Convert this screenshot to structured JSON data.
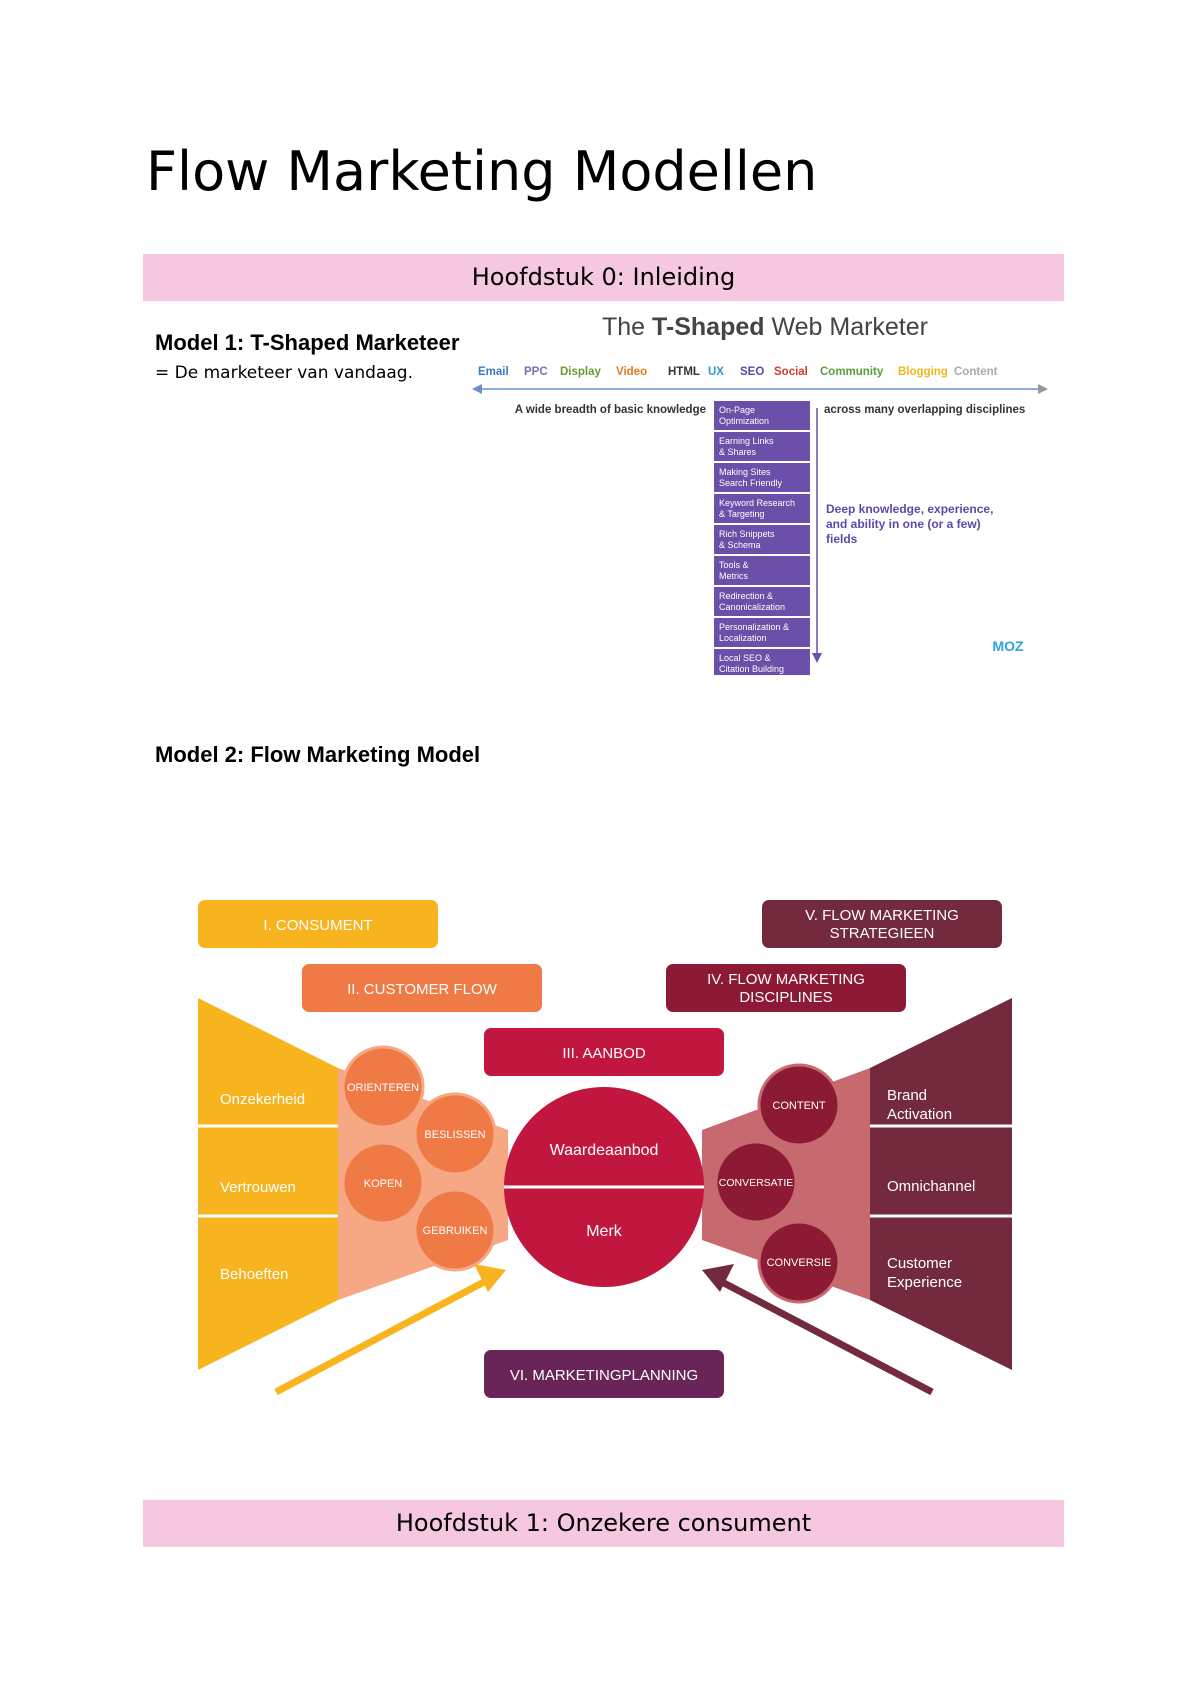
{
  "page": {
    "title": "Flow Marketing Modellen",
    "chapter0": "Hoofdstuk 0: Inleiding",
    "chapter1": "Hoofdstuk 1: Onzekere consument"
  },
  "model1": {
    "heading": "Model 1: T-Shaped Marketeer",
    "description": "= De marketeer van vandaag."
  },
  "tshape": {
    "title_pre": "The ",
    "title_bold": "T-Shaped",
    "title_post": " Web Marketer",
    "skills": [
      {
        "label": "Email",
        "color": "#3a7bc8"
      },
      {
        "label": "PPC",
        "color": "#7a6fbf"
      },
      {
        "label": "Display",
        "color": "#6a9a3a"
      },
      {
        "label": "Video",
        "color": "#e07b1f"
      },
      {
        "label": "HTML",
        "color": "#333333"
      },
      {
        "label": "UX",
        "color": "#2b9cc8"
      },
      {
        "label": "SEO",
        "color": "#5b4aa8"
      },
      {
        "label": "Social",
        "color": "#d23a2a"
      },
      {
        "label": "Community",
        "color": "#5aa03a"
      },
      {
        "label": "Blogging",
        "color": "#f2b71d"
      },
      {
        "label": "Content",
        "color": "#aaaaaa"
      }
    ],
    "breadth_left": "A wide breadth of basic knowledge",
    "breadth_right": "across many overlapping disciplines",
    "depth_items": [
      "On-Page Optimization",
      "Earning Links & Shares",
      "Making Sites Search Friendly",
      "Keyword Research & Targeting",
      "Rich Snippets & Schema",
      "Tools & Metrics",
      "Redirection & Canonicalization",
      "Personalization & Localization",
      "Local SEO & Citation Building"
    ],
    "depth_text": [
      "Deep knowledge, experience,",
      "and ability in one (or a few)",
      "fields"
    ],
    "logo": "MOZ",
    "colors": {
      "bar": "#6b4fa8",
      "accent": "#5b4aa8"
    }
  },
  "model2": {
    "heading": "Model 2: Flow Marketing Model"
  },
  "flow": {
    "consument": "I. CONSUMENT",
    "customer_flow": "II. CUSTOMER FLOW",
    "aanbod": "III. AANBOD",
    "disciplines": [
      "IV. FLOW MARKETING",
      "DISCIPLINES"
    ],
    "strategieen": [
      "V. FLOW MARKETING",
      "STRATEGIEEN"
    ],
    "planning": "VI. MARKETINGPLANNING",
    "left_rows": [
      "Onzekerheid",
      "Vertrouwen",
      "Behoeften"
    ],
    "phases": [
      "ORIENTEREN",
      "BESLISSEN",
      "KOPEN",
      "GEBRUIKEN"
    ],
    "center_top": "Waardeaanbod",
    "center_bottom": "Merk",
    "right_circles": [
      "CONTENT",
      "CONVERSATIE",
      "CONVERSIE"
    ],
    "right_rows": [
      [
        "Brand",
        "Activation"
      ],
      [
        "Omnichannel"
      ],
      [
        "Customer",
        "Experience"
      ]
    ],
    "colors": {
      "yellow": "#f7b41e",
      "orange": "#f07a45",
      "peach": "#f6a783",
      "crimson": "#c1173f",
      "darkred": "#8c1a35",
      "maroon": "#722a3c",
      "rose": "#c76a6f",
      "purple": "#6a2558"
    }
  }
}
